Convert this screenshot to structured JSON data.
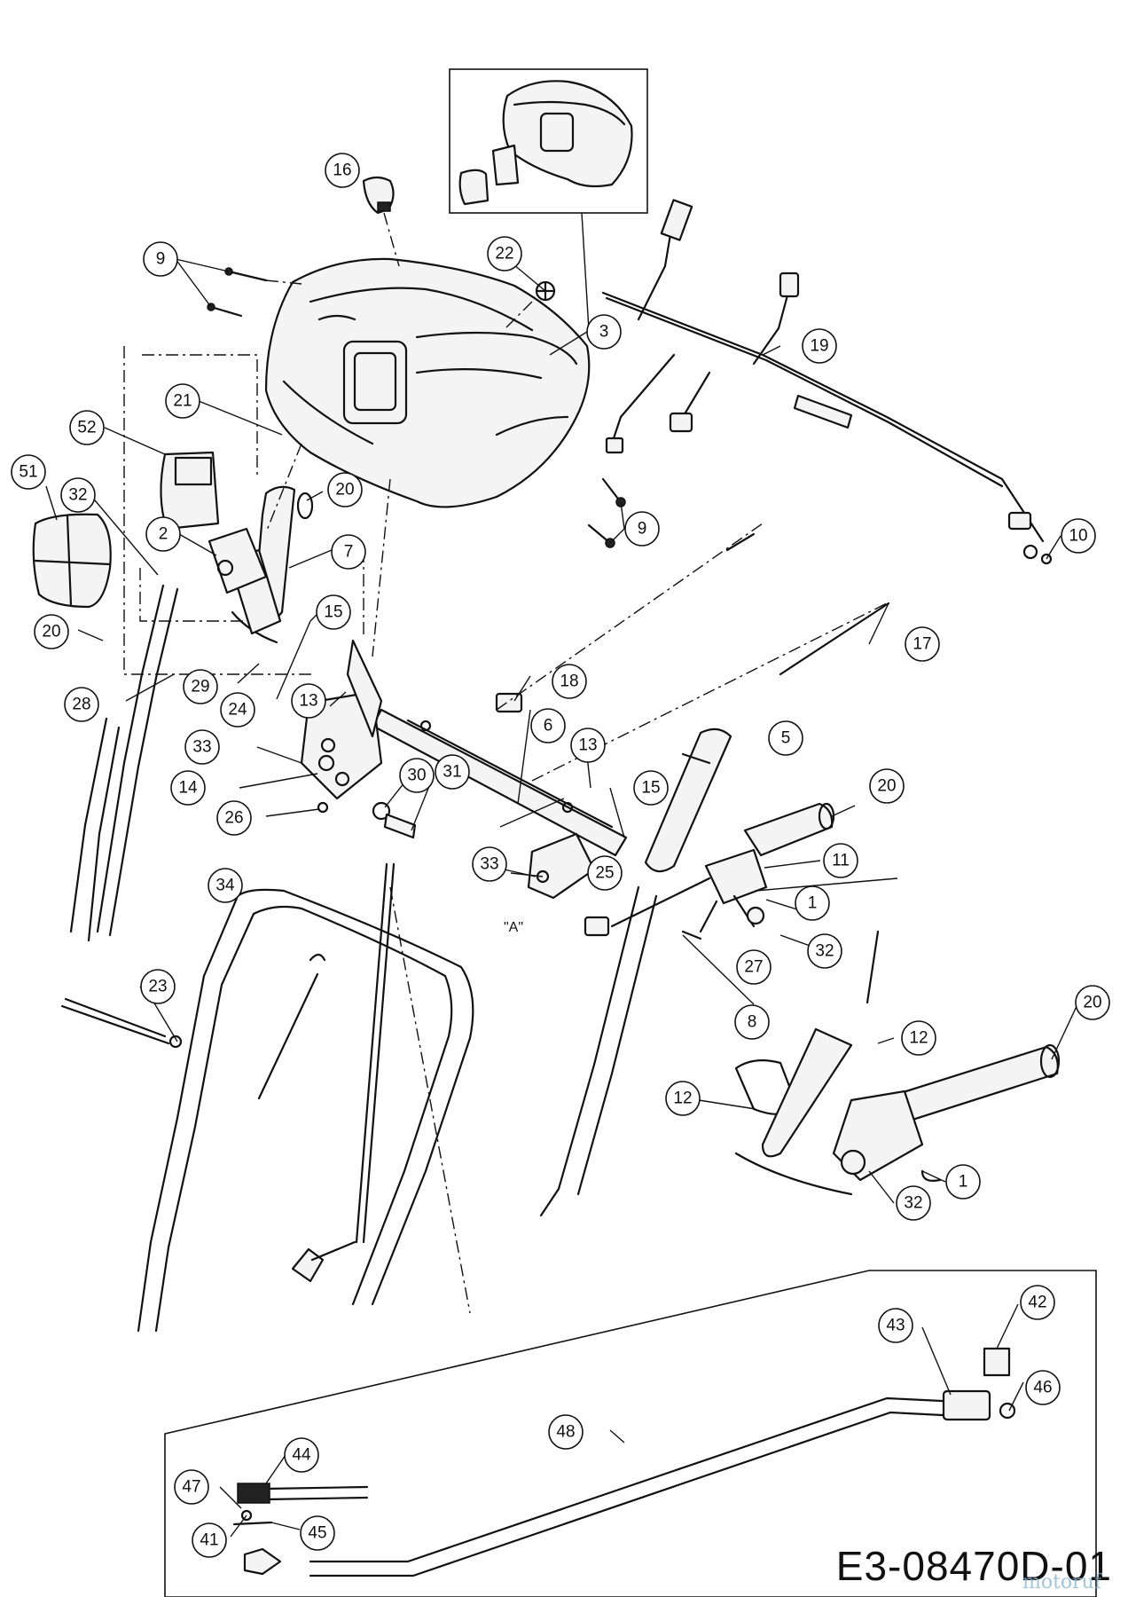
{
  "drawing_number": "E3-08470D-01",
  "watermark": "motoruf",
  "view_note": "\"A\"",
  "callouts": [
    {
      "id": "c16",
      "label": "16"
    },
    {
      "id": "c9a",
      "label": "9"
    },
    {
      "id": "c22",
      "label": "22"
    },
    {
      "id": "c3",
      "label": "3"
    },
    {
      "id": "c19",
      "label": "19"
    },
    {
      "id": "c21",
      "label": "21"
    },
    {
      "id": "c52",
      "label": "52"
    },
    {
      "id": "c51",
      "label": "51"
    },
    {
      "id": "c32a",
      "label": "32"
    },
    {
      "id": "c20a",
      "label": "20"
    },
    {
      "id": "c2",
      "label": "2"
    },
    {
      "id": "c7",
      "label": "7"
    },
    {
      "id": "c9b",
      "label": "9"
    },
    {
      "id": "c10",
      "label": "10"
    },
    {
      "id": "c20b",
      "label": "20"
    },
    {
      "id": "c15a",
      "label": "15"
    },
    {
      "id": "c17",
      "label": "17"
    },
    {
      "id": "c28",
      "label": "28"
    },
    {
      "id": "c29",
      "label": "29"
    },
    {
      "id": "c24",
      "label": "24"
    },
    {
      "id": "c13a",
      "label": "13"
    },
    {
      "id": "c18",
      "label": "18"
    },
    {
      "id": "c6",
      "label": "6"
    },
    {
      "id": "c13b",
      "label": "13"
    },
    {
      "id": "c5",
      "label": "5"
    },
    {
      "id": "c33a",
      "label": "33"
    },
    {
      "id": "c14",
      "label": "14"
    },
    {
      "id": "c26",
      "label": "26"
    },
    {
      "id": "c30",
      "label": "30"
    },
    {
      "id": "c31",
      "label": "31"
    },
    {
      "id": "c15b",
      "label": "15"
    },
    {
      "id": "c20c",
      "label": "20"
    },
    {
      "id": "c11",
      "label": "11"
    },
    {
      "id": "c33b",
      "label": "33"
    },
    {
      "id": "c25",
      "label": "25"
    },
    {
      "id": "c1a",
      "label": "1"
    },
    {
      "id": "c34",
      "label": "34"
    },
    {
      "id": "c32b",
      "label": "32"
    },
    {
      "id": "c27",
      "label": "27"
    },
    {
      "id": "c23",
      "label": "23"
    },
    {
      "id": "c8",
      "label": "8"
    },
    {
      "id": "c20d",
      "label": "20"
    },
    {
      "id": "c12a",
      "label": "12"
    },
    {
      "id": "c12b",
      "label": "12"
    },
    {
      "id": "c1b",
      "label": "1"
    },
    {
      "id": "c32c",
      "label": "32"
    },
    {
      "id": "c42",
      "label": "42"
    },
    {
      "id": "c43",
      "label": "43"
    },
    {
      "id": "c46",
      "label": "46"
    },
    {
      "id": "c48",
      "label": "48"
    },
    {
      "id": "c44",
      "label": "44"
    },
    {
      "id": "c47",
      "label": "47"
    },
    {
      "id": "c41",
      "label": "41"
    },
    {
      "id": "c45",
      "label": "45"
    }
  ]
}
